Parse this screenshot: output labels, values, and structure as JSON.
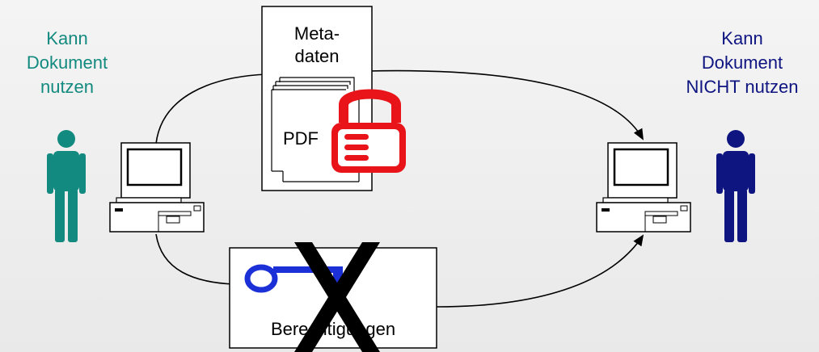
{
  "left_user": {
    "lines": [
      "Kann",
      "Dokument",
      "nutzen"
    ],
    "color": "#138a7f"
  },
  "right_user": {
    "lines": [
      "Kann",
      "Dokument",
      "NICHT nutzen"
    ],
    "color": "#0e1480"
  },
  "metadata_box": {
    "lines": [
      "Meta-",
      "daten"
    ]
  },
  "pdf_label": "PDF",
  "permissions_box": {
    "label": "Berechtigungen"
  },
  "colors": {
    "lock": "#e8141a",
    "key": "#1c30d8",
    "cross": "#000000"
  },
  "icons": [
    "person-icon",
    "computer-icon",
    "lock-icon",
    "key-icon",
    "cross-out-mark"
  ]
}
